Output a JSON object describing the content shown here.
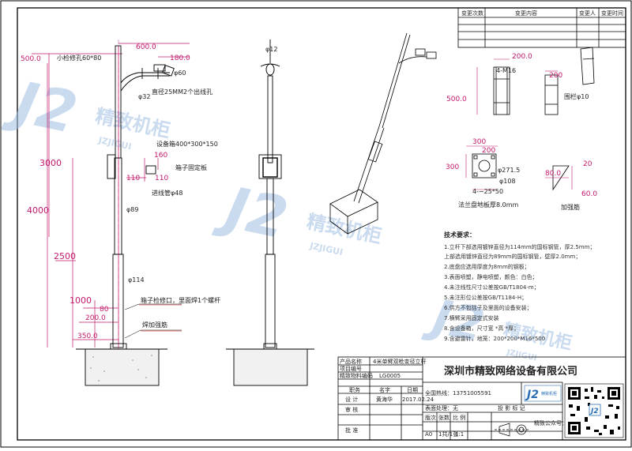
{
  "revision_table": {
    "headers": [
      "变更次数",
      "变更内容",
      "变更人",
      "变更时间"
    ]
  },
  "main_view": {
    "dims": {
      "d500": "500.0",
      "d600": "600.0",
      "d180": "180.0",
      "d3000": "3000",
      "d4000": "4000",
      "d2500": "2500",
      "d1000": "1000",
      "d80": "80",
      "d200": "200.0",
      "d350": "350.0",
      "d160": "160",
      "d110a": "110",
      "d110b": "110"
    },
    "labels": {
      "inspect_hole": "小检修孔60*80",
      "phi60": "φ60",
      "phi32": "φ32",
      "outlet": "直径25MM2个出线孔",
      "box": "设备箱400*300*150",
      "box_plate": "箱子固定板",
      "inlet": "进线管φ48",
      "phi89": "φ89",
      "phi114": "φ114",
      "box_hole": "箱子检修口，里面焊1个螺杆",
      "weld_rib": "焊加强筋"
    }
  },
  "side_view": {
    "phi12": "φ12"
  },
  "details": {
    "d200a": "200.0",
    "m16": "4-M16",
    "d500b": "500.0",
    "d200b": "200",
    "guard": "围栏φ10",
    "d300a": "300",
    "d200c": "200",
    "d300b": "300",
    "d2715": "φ271.5",
    "phi108": "φ108",
    "holes": "4-∼25*50",
    "flange": "法兰盘地板厚8.0mm",
    "d80b": "80.0",
    "d20": "20",
    "d60": "60.0",
    "rib": "加强筋"
  },
  "requirements": {
    "title": "技术要求：",
    "items": [
      "1.立杆下部选用镀锌直径为114mm的国标钢管，厚2.5mm；",
      "上部选用镀锌直径为89mm的国标钢管，壁厚2.0mm；",
      "2.底盘应选用厚度为8mm的钢板；",
      "3.表面喷塑，静电喷塑，颜色：白色；",
      "4.未注线性尺寸公差按GB/T1804-m；",
      "5.未注形位公差按GB/T1184-H；",
      "6.供方不包括子及里面的设备安装；",
      "7.横臂采用固定式安装",
      "8.含设备箱，尺寸宽    *高    *厚；",
      "9.含避雷针，地笼：200*200*M16*500"
    ]
  },
  "title_block": {
    "product_name_label": "产品名称",
    "product_name": "4米单臂双枪变径立杆",
    "item_no_label": "项目编号",
    "drawing_no_label": "精致物料编码",
    "drawing_no": "LG0005",
    "col_position": "职务",
    "col_name": "名字",
    "col_date": "日期",
    "design_label": "设  计",
    "designer": "黄海华",
    "design_date": "2017.02.24",
    "review_label": "审  核",
    "approve_label": "批  准",
    "surface_label": "表面处理：无",
    "version_label": "版次",
    "sheets_label": "张数",
    "scale_label": "比 例",
    "projection_label": "投 影 标 记",
    "version": "A0",
    "sheets": "1共/1张",
    "scale": "1:1",
    "company": "深圳市精致网络设备有限公司",
    "hotline": "全国热线：13751005591",
    "wechat": "精致公众号：",
    "logo_small": "精致机柜"
  },
  "watermark": {
    "brand": "精致机柜",
    "site": "JZJIGUI"
  }
}
